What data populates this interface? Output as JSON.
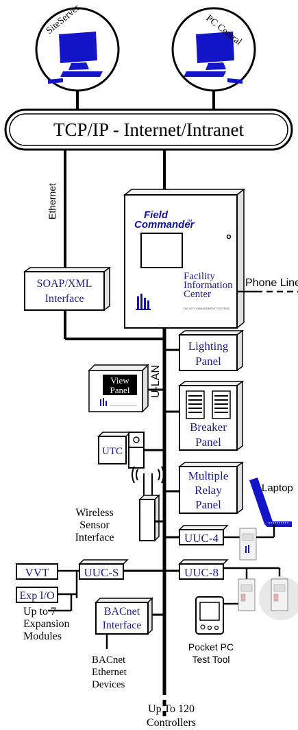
{
  "network": {
    "title": "TCP/IP - Internet/Intranet",
    "ethernet_label": "Ethernet",
    "ulan_label": "U-LAN",
    "phone_line_label": "Phone Line"
  },
  "workstations": {
    "site_server": "SiteServer",
    "pc_central": "PC Central"
  },
  "fic": {
    "logo_line1": "Field",
    "logo_line2": "Commander",
    "trademark": "™",
    "name_line1": "Facility",
    "name_line2": "Information",
    "name_line3": "Center",
    "footer_text": "FACILITY MANAGEMENT SYSTEMS"
  },
  "soap": {
    "line1": "SOAP/XML",
    "line2": "Interface"
  },
  "lighting": {
    "line1": "Lighting",
    "line2": "Panel"
  },
  "view_panel": {
    "line1": "View",
    "line2": "Panel"
  },
  "breaker": {
    "line1": "Breaker",
    "line2": "Panel"
  },
  "utc": {
    "label": "UTC"
  },
  "relay": {
    "line1": "Multiple",
    "line2": "Relay",
    "line3": "Panel"
  },
  "laptop": {
    "label": "Laptop"
  },
  "wireless": {
    "line1": "Wireless",
    "line2": "Sensor",
    "line3": "Interface"
  },
  "uuc4": {
    "label": "UUC-4"
  },
  "vvt": {
    "label": "VVT"
  },
  "uucs": {
    "label": "UUC-S"
  },
  "uuc8": {
    "label": "UUC-8"
  },
  "expio": {
    "label": "Exp I/O"
  },
  "expansion": {
    "line1": "Up to 7",
    "line2": "Expansion",
    "line3": "Modules"
  },
  "bacnet": {
    "line1": "BACnet",
    "line2": "Interface"
  },
  "bacnet_devices": {
    "line1": "BACnet",
    "line2": "Ethernet",
    "line3": "Devices"
  },
  "pocket_pc": {
    "line1": "Pocket PC",
    "line2": "Test Tool"
  },
  "controllers": {
    "line1": "Up To 120",
    "line2": "Controllers"
  },
  "colors": {
    "line": "#000000",
    "label_blue": "#1c1c8c",
    "monitor_blue": "#1414c8",
    "box_shadow": "#e0e0e0",
    "circle_bg": "#e8e8e8"
  }
}
